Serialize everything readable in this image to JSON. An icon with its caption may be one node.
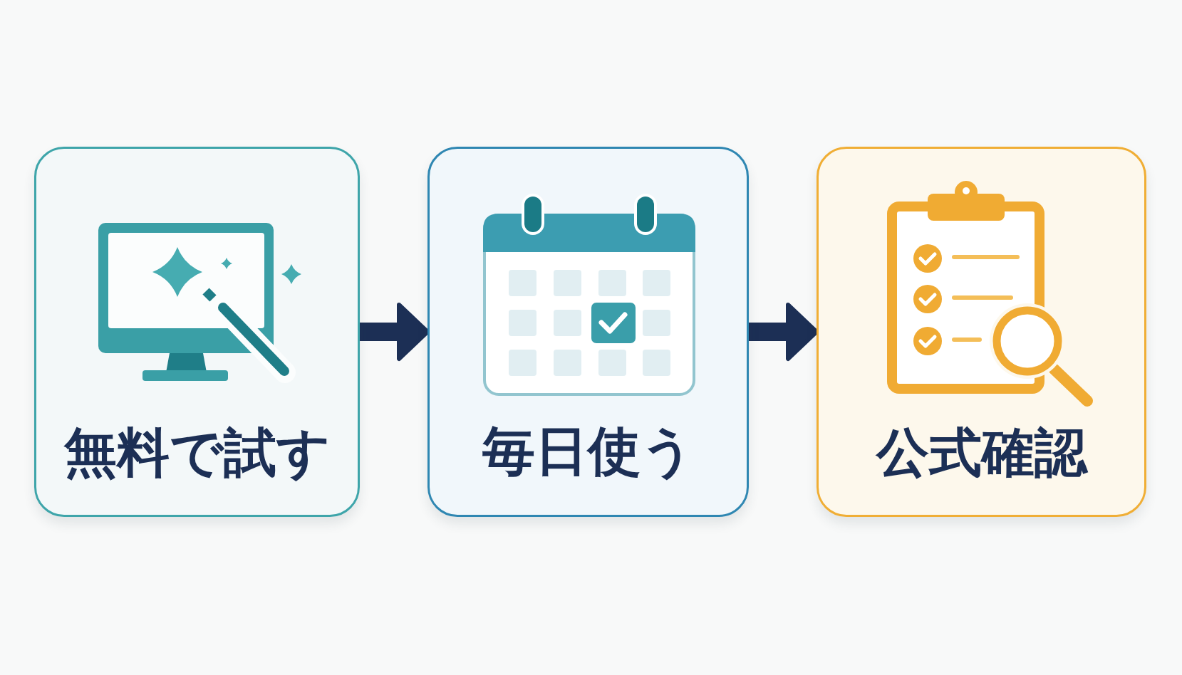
{
  "diagram": {
    "nodes": [
      {
        "text": [
          "無料で試す"
        ]
      },
      {
        "text": [
          "毎日使う"
        ]
      },
      {
        "text": [
          "公式確認"
        ]
      }
    ],
    "edges": [
      {
        "from": 0,
        "to": 1,
        "arrow": "to"
      },
      {
        "from": 1,
        "to": 2,
        "arrow": "to"
      }
    ]
  }
}
